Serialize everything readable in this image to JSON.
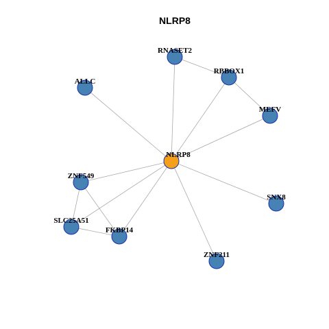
{
  "title": "NLRP8",
  "colors": {
    "center": "#f5a01a",
    "neighbor": "#4682b4",
    "node_border": "#1a2fb0",
    "edge": "#aaaaaa"
  },
  "nodes": [
    {
      "id": "NLRP8",
      "label": "NLRP8",
      "role": "center"
    },
    {
      "id": "RNASET2",
      "label": "RNASET2",
      "role": "neighbor"
    },
    {
      "id": "RBBOX1",
      "label": "RBBOX1",
      "role": "neighbor"
    },
    {
      "id": "ALLC",
      "label": "ALLC",
      "role": "neighbor"
    },
    {
      "id": "MEFV",
      "label": "MEFV",
      "role": "neighbor"
    },
    {
      "id": "ZNF549",
      "label": "ZNF549",
      "role": "neighbor"
    },
    {
      "id": "SNX8",
      "label": "SNX8",
      "role": "neighbor"
    },
    {
      "id": "SLC25A51",
      "label": "SLC25A51",
      "role": "neighbor"
    },
    {
      "id": "FKBP14",
      "label": "FKBP14",
      "role": "neighbor"
    },
    {
      "id": "ZNF211",
      "label": "ZNF211",
      "role": "neighbor"
    }
  ],
  "edges": [
    [
      "NLRP8",
      "RNASET2"
    ],
    [
      "NLRP8",
      "RBBOX1"
    ],
    [
      "NLRP8",
      "ALLC"
    ],
    [
      "NLRP8",
      "MEFV"
    ],
    [
      "NLRP8",
      "ZNF549"
    ],
    [
      "NLRP8",
      "SNX8"
    ],
    [
      "NLRP8",
      "SLC25A51"
    ],
    [
      "NLRP8",
      "FKBP14"
    ],
    [
      "NLRP8",
      "ZNF211"
    ],
    [
      "RNASET2",
      "RBBOX1"
    ],
    [
      "RBBOX1",
      "MEFV"
    ],
    [
      "ZNF549",
      "SLC25A51"
    ],
    [
      "ZNF549",
      "FKBP14"
    ],
    [
      "SLC25A51",
      "FKBP14"
    ]
  ]
}
